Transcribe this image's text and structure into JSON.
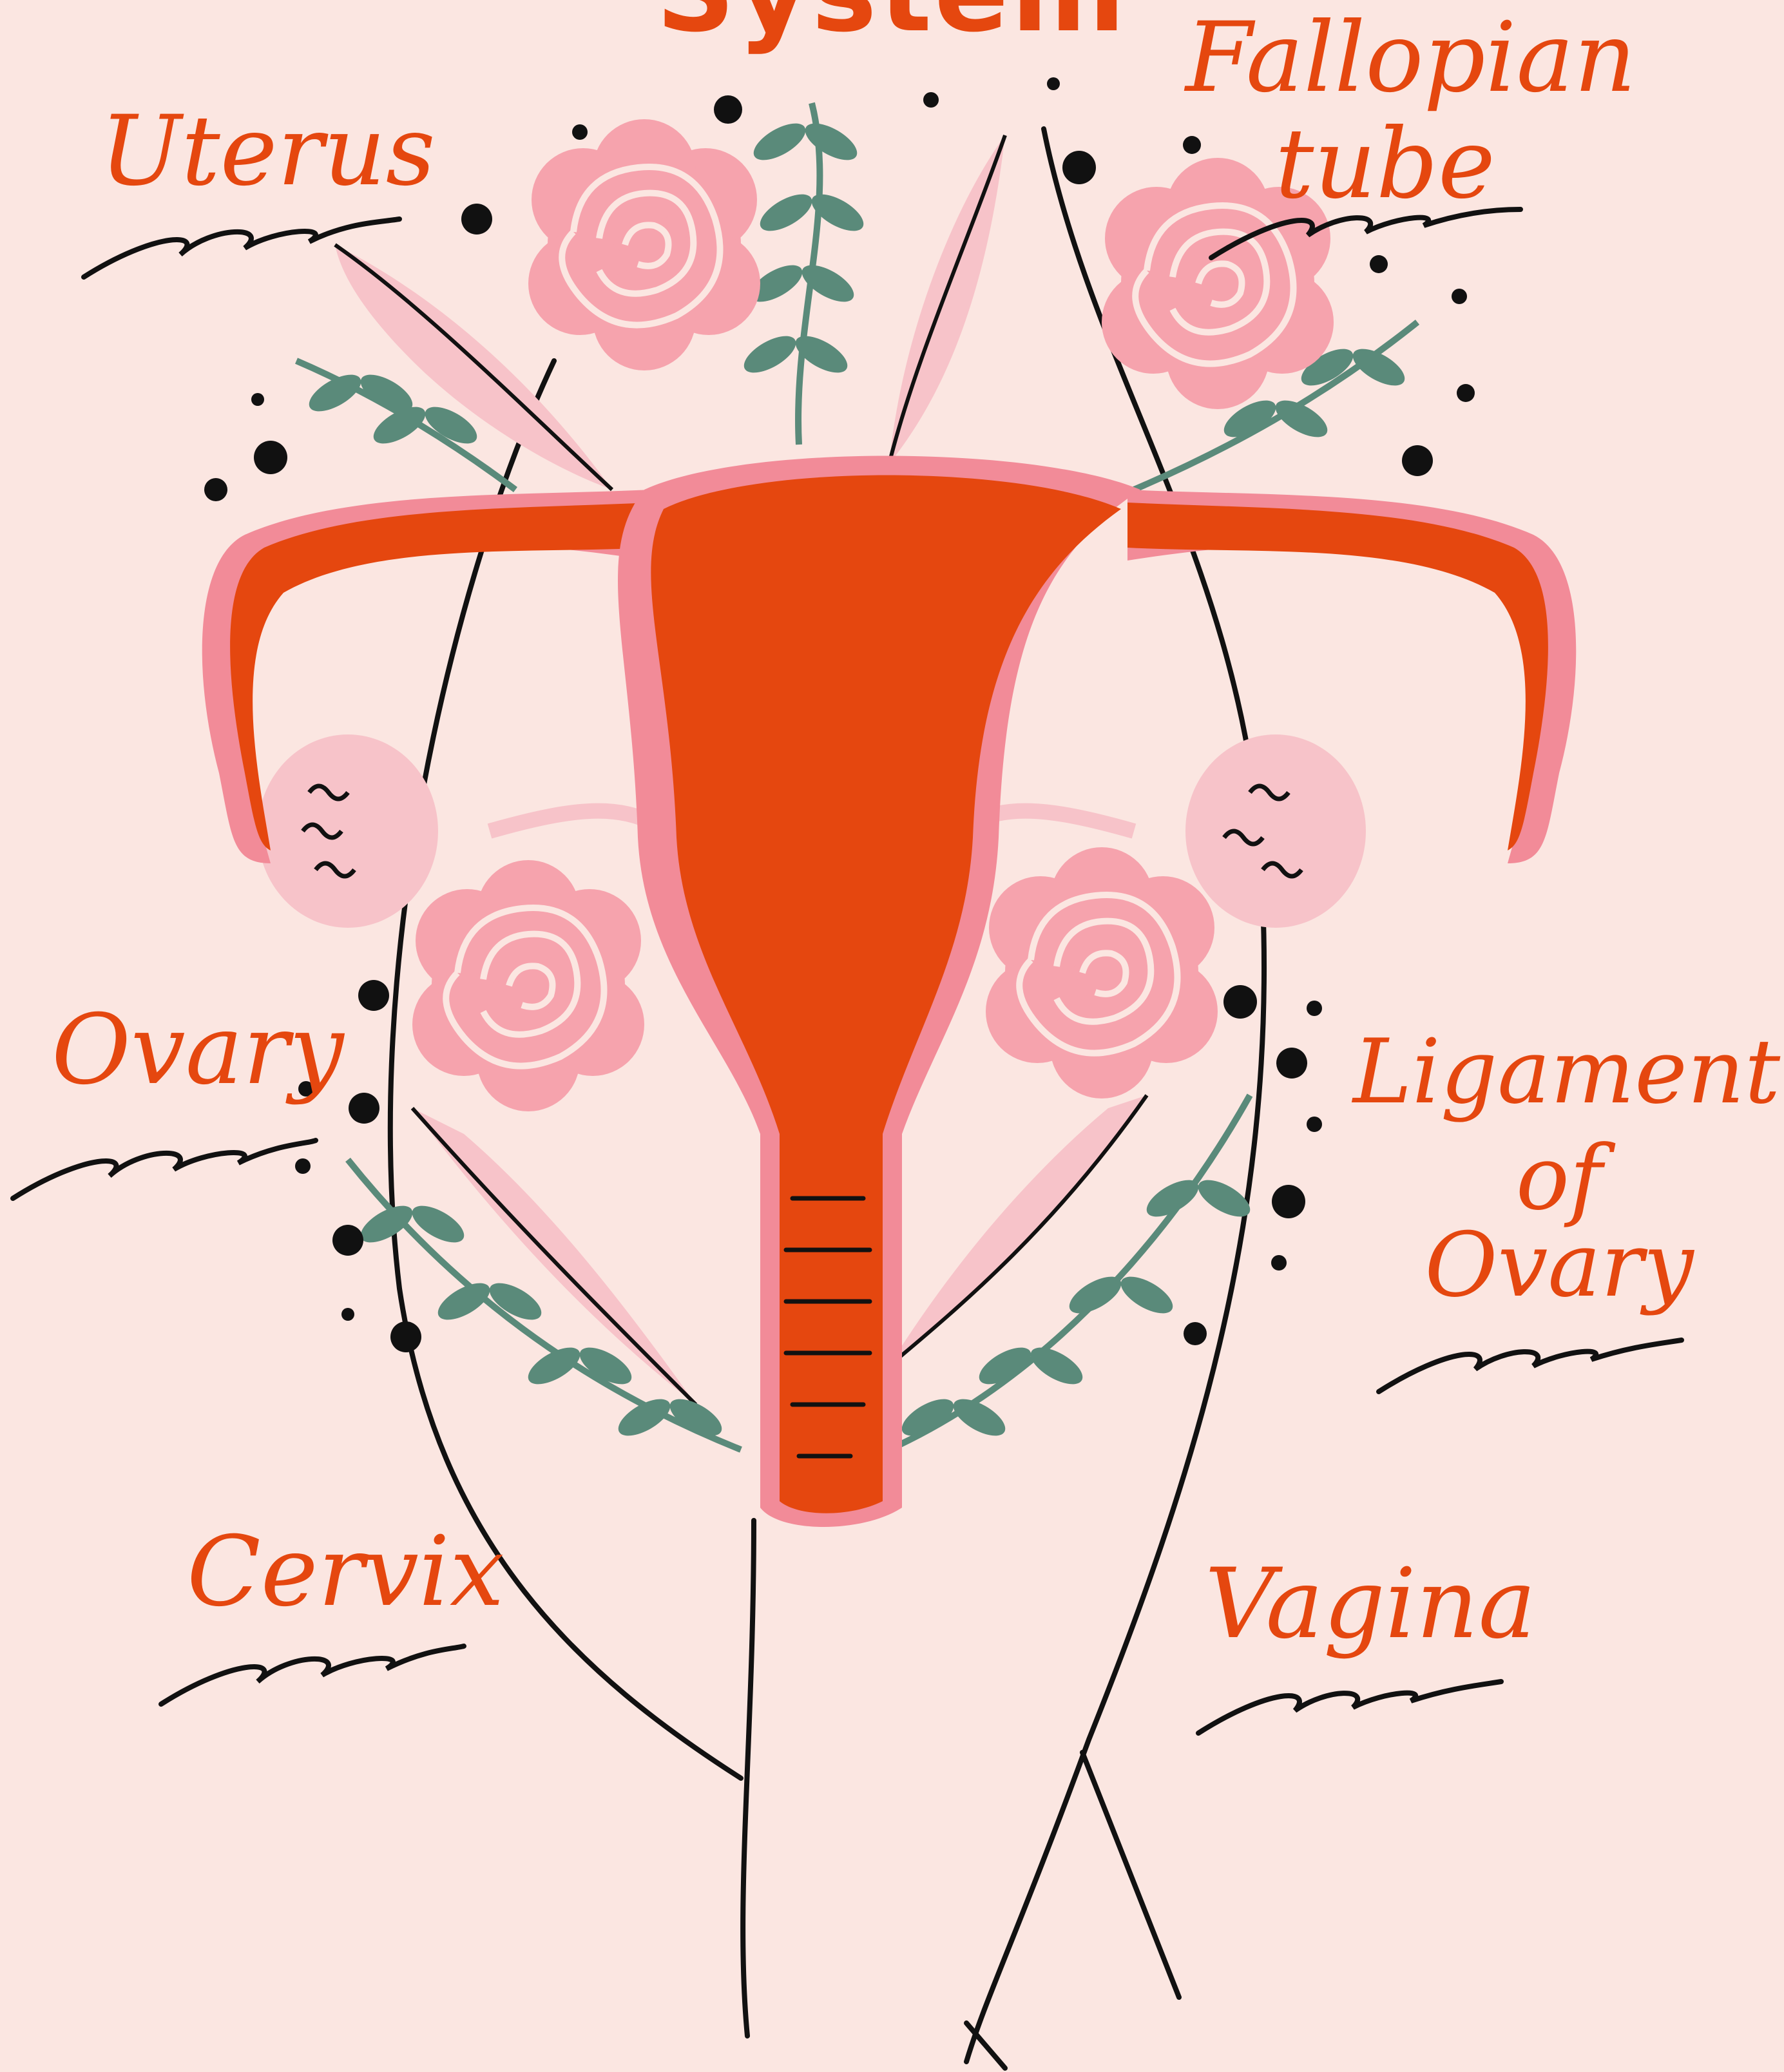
{
  "title": "System",
  "labels": {
    "uterus": "Uterus",
    "fallopian_line1": "Fallopian",
    "fallopian_line2": "tube",
    "ovary": "Ovary",
    "ligament_line1": "Ligament",
    "ligament_line2": "of",
    "ligament_line3": "Ovary",
    "cervix": "Cervix",
    "vagina": "Vagina"
  },
  "colors": {
    "background": "#fbe6e1",
    "organ": "#e5470f",
    "organ_outline": "#f28b98",
    "flower": "#f6a3ad",
    "leaf": "#5a8a7a",
    "ink": "#111111"
  }
}
